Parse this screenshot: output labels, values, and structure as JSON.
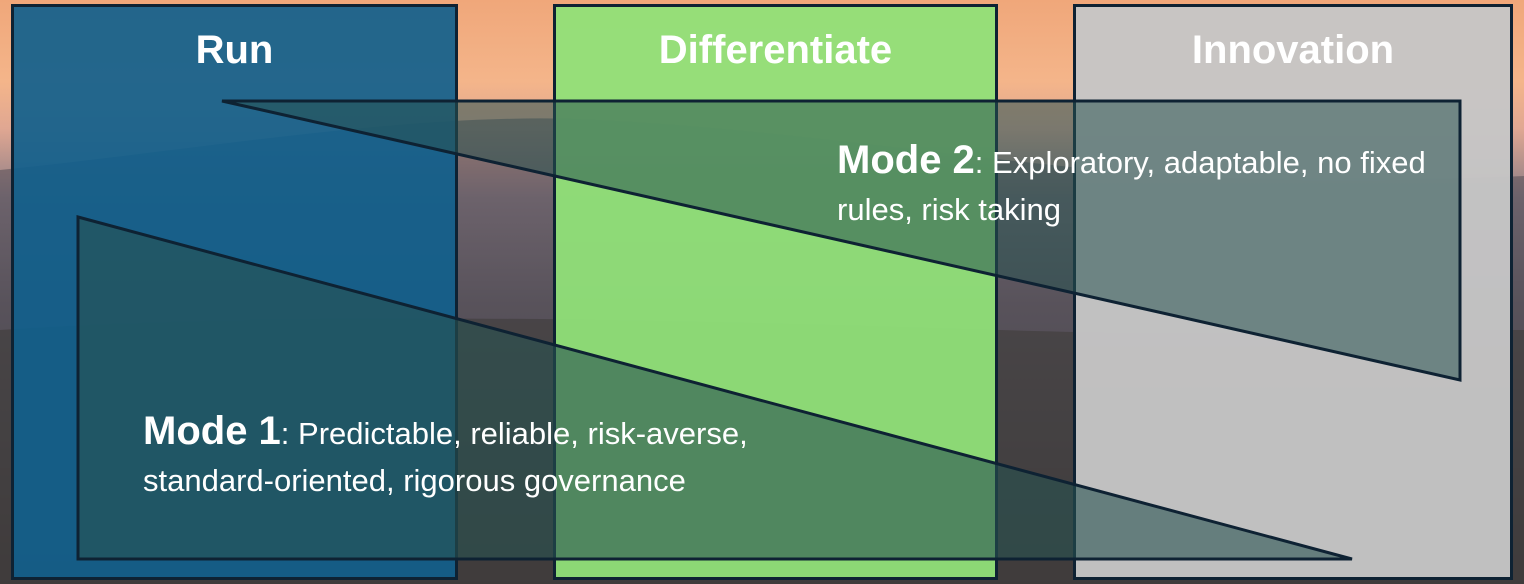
{
  "columns": [
    {
      "title": "Run",
      "color": "#11608c"
    },
    {
      "title": "Differentiate",
      "color": "#90e078"
    },
    {
      "title": "Innovation",
      "color": "#c6c6c6"
    }
  ],
  "mode2": {
    "label": "Mode 2",
    "text": ": Exploratory, adaptable, no fixed rules, risk taking"
  },
  "mode1": {
    "label": "Mode 1",
    "text": ": Predictable, reliable, risk-averse, standard-oriented, rigorous governance"
  },
  "colors": {
    "shape_fill": "#2f5a58",
    "outline": "#0e2233",
    "text": "#ffffff"
  }
}
